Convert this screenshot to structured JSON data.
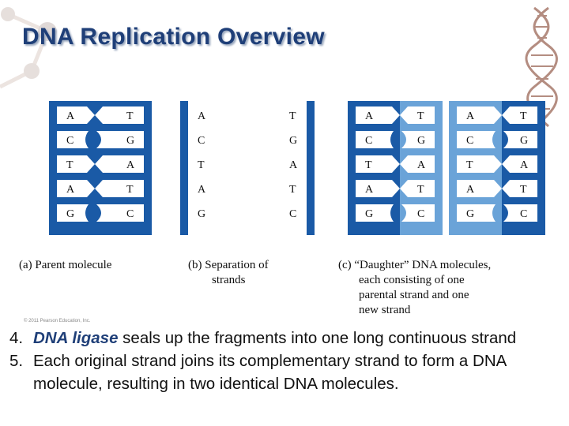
{
  "slide": {
    "title": "DNA Replication Overview",
    "copyright": "© 2011 Pearson Education, Inc."
  },
  "diagram": {
    "panels": [
      {
        "id": "a",
        "caption": [
          "(a) Parent molecule"
        ],
        "left_strand": [
          "A",
          "C",
          "T",
          "A",
          "G"
        ],
        "right_strand": [
          "T",
          "G",
          "A",
          "T",
          "C"
        ]
      },
      {
        "id": "b",
        "caption": [
          "(b) Separation of",
          "strands"
        ],
        "left_strand": [
          "A",
          "C",
          "T",
          "A",
          "G"
        ],
        "right_strand": [
          "T",
          "G",
          "A",
          "T",
          "C"
        ]
      },
      {
        "id": "c",
        "caption": [
          "(c) “Daughter” DNA molecules,",
          "each consisting of one",
          "parental strand and one",
          "new strand"
        ],
        "molecules": [
          {
            "left_strand": [
              "A",
              "C",
              "T",
              "A",
              "G"
            ],
            "right_strand": [
              "T",
              "G",
              "A",
              "T",
              "C"
            ]
          },
          {
            "left_strand": [
              "A",
              "C",
              "T",
              "A",
              "G"
            ],
            "right_strand": [
              "T",
              "G",
              "A",
              "T",
              "C"
            ]
          }
        ]
      }
    ],
    "colors": {
      "parent_strand": "#1a5aa6",
      "new_strand": "#6aa3d8",
      "base_fill": "#ffffff",
      "outline": "#222222"
    }
  },
  "bullets": [
    {
      "number": "4.",
      "emphasis": "DNA ligase",
      "text": " seals up the fragments into one long continuous strand"
    },
    {
      "number": "5.",
      "emphasis": "",
      "text": "Each original strand joins its complementary strand to form a DNA molecule, resulting in two identical DNA molecules."
    }
  ]
}
